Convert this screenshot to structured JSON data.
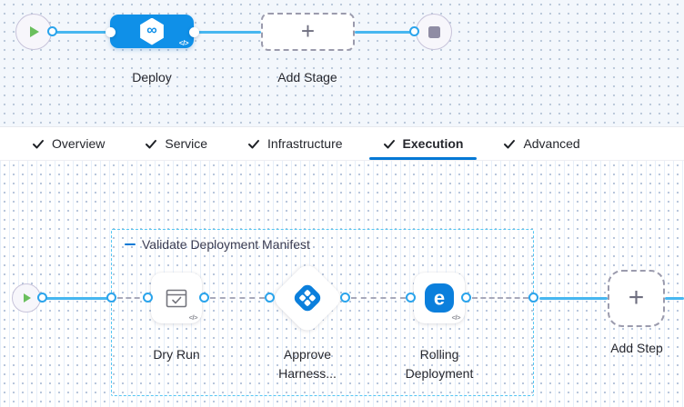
{
  "stage_pipeline": {
    "stage": {
      "name": "Deploy",
      "icon": "harness-cd-icon",
      "icon_glyph": "∞",
      "code_badge": "</>"
    },
    "add_stage": {
      "label": "Add Stage"
    }
  },
  "tabs": [
    {
      "label": "Overview",
      "checked": true,
      "active": false
    },
    {
      "label": "Service",
      "checked": true,
      "active": false
    },
    {
      "label": "Infrastructure",
      "checked": true,
      "active": false
    },
    {
      "label": "Execution",
      "checked": true,
      "active": true
    },
    {
      "label": "Advanced",
      "checked": true,
      "active": false
    }
  ],
  "execution_graph": {
    "step_group": {
      "label": "Validate Deployment Manifest"
    },
    "steps": [
      {
        "name": "Dry Run",
        "shape": "square",
        "icon": "dry-run-window-check-icon",
        "code_badge": "</>"
      },
      {
        "name": "Approve Harness...",
        "shape": "diamond",
        "icon": "harness-approval-icon"
      },
      {
        "name": "Rolling Deployment",
        "shape": "square",
        "icon": "rolling-deployment-icon",
        "code_badge": "</>"
      }
    ],
    "add_step": {
      "label": "Add Step"
    },
    "rolling_icon_glyph": "e"
  },
  "colors": {
    "stage_blue": "#0f90e8",
    "icon_blue": "#0b7fdc",
    "link_line": "#47b7f0",
    "dashed_line": "#a8a9ba",
    "group_border": "#54c6f3",
    "tab_underline": "#0278d5",
    "play_green": "#6abf5d",
    "stop_gray": "#8f8ca4"
  }
}
